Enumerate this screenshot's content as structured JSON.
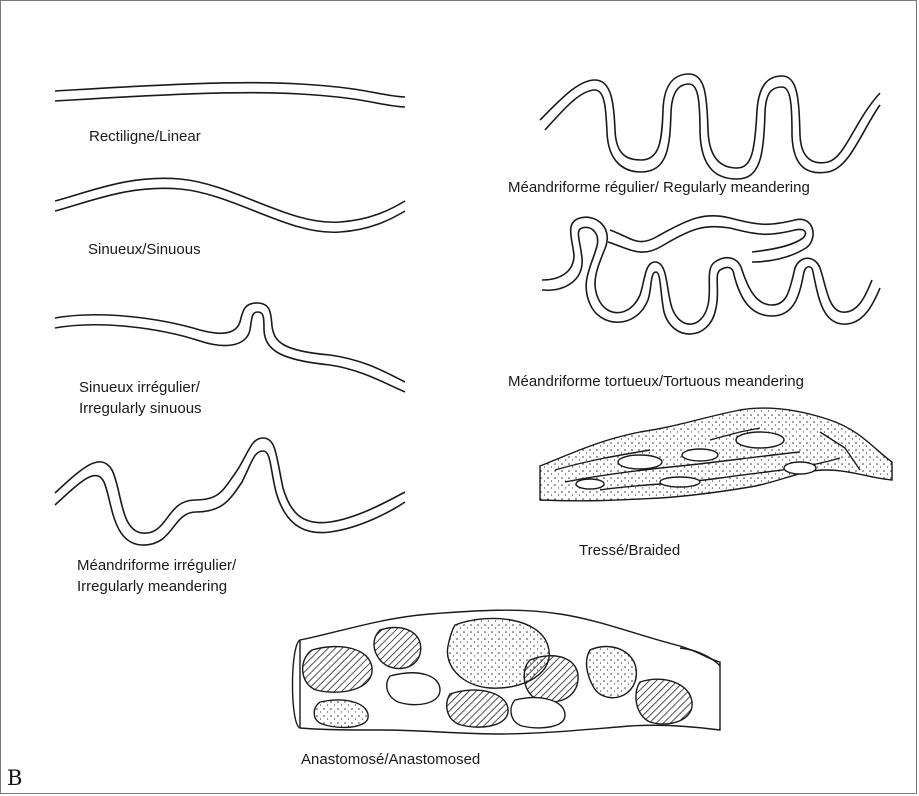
{
  "figure": {
    "panel_letter": "B",
    "stroke_color": "#1a1a1a",
    "hatch_color": "#222222",
    "patterns": [
      {
        "id": "linear",
        "label_fr": "Rectiligne/Linear"
      },
      {
        "id": "sinuous",
        "label_fr": "Sinueux/Sinuous"
      },
      {
        "id": "irregularly-sinuous",
        "label_line1": "Sinueux irrégulier/",
        "label_line2": "Irregularly sinuous"
      },
      {
        "id": "irregularly-meandering",
        "label_line1": "Méandriforme irrégulier/",
        "label_line2": "Irregularly meandering"
      },
      {
        "id": "regularly-meandering",
        "label_fr": "Méandriforme régulier/ Regularly meandering"
      },
      {
        "id": "tortuous-meandering",
        "label_fr": "Méandriforme tortueux/Tortuous meandering"
      },
      {
        "id": "braided",
        "label_fr": "Tressé/Braided"
      },
      {
        "id": "anastomosed",
        "label_fr": "Anastomosé/Anastomosed"
      }
    ]
  }
}
